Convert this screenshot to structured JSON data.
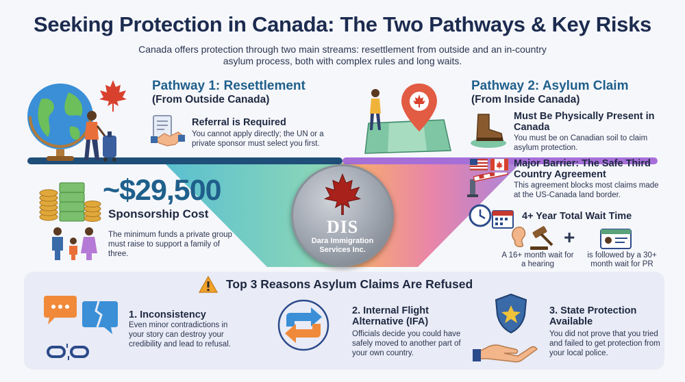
{
  "header": {
    "title": "Seeking Protection in Canada: The Two Pathways & Key Risks",
    "subtitle": "Canada offers protection through two main streams: resettlement from outside and an in-country asylum process, both with complex rules and long waits."
  },
  "pathway1": {
    "title": "Pathway 1: Resettlement",
    "subtitle": "(From Outside Canada)",
    "referral": {
      "title": "Referral is Required",
      "desc": "You cannot apply directly; the UN or a private sponsor must select you first."
    },
    "cost": {
      "amount": "~$29,500",
      "label": "Sponsorship Cost",
      "desc": "The minimum funds a private group must raise to support a family of three."
    }
  },
  "pathway2": {
    "title": "Pathway 2: Asylum Claim",
    "subtitle": "(From Inside Canada)",
    "presence": {
      "title": "Must Be Physically Present in Canada",
      "desc": "You must be on Canadian soil to claim asylum protection."
    },
    "barrier": {
      "title": "Major Barrier: The Safe Third Country Agreement",
      "desc": "This agreement blocks most claims made at the US-Canada land border."
    },
    "wait": {
      "title": "4+ Year Total Wait Time",
      "hearing": "A 16+ month wait for a hearing",
      "pr": "is followed by a 30+ month wait for PR",
      "plus": "+"
    }
  },
  "logo": {
    "initials": "DIS",
    "name": "Dara Immigration Services Inc."
  },
  "refusals": {
    "title": "Top 3 Reasons Asylum Claims Are Refused",
    "items": [
      {
        "title": "1. Inconsistency",
        "desc": "Even minor contradictions in your story can destroy your credibility and lead to refusal."
      },
      {
        "title": "2. Internal Flight Alternative (IFA)",
        "desc": "Officials decide you could have safely moved to another part of your own country."
      },
      {
        "title": "3. State Protection Available",
        "desc": "You did not prove that you tried and failed to get protection from your local police."
      }
    ]
  },
  "colors": {
    "accent_blue": "#1f5f8b",
    "maple_red": "#c8372d",
    "warning_orange": "#f0a22b"
  },
  "icons": [
    "globe-icon",
    "maple-leaf-icon",
    "traveler-icon",
    "handshake-icon",
    "document-icon",
    "map-pin-icon",
    "boot-icon",
    "flag-icon",
    "barrier-icon",
    "clock-icon",
    "calendar-icon",
    "ear-icon",
    "gavel-icon",
    "id-card-icon",
    "money-icon",
    "family-icon",
    "warning-icon",
    "speech-bubble-icon",
    "broken-chain-icon",
    "arrows-icon",
    "shield-icon",
    "hand-icon"
  ]
}
